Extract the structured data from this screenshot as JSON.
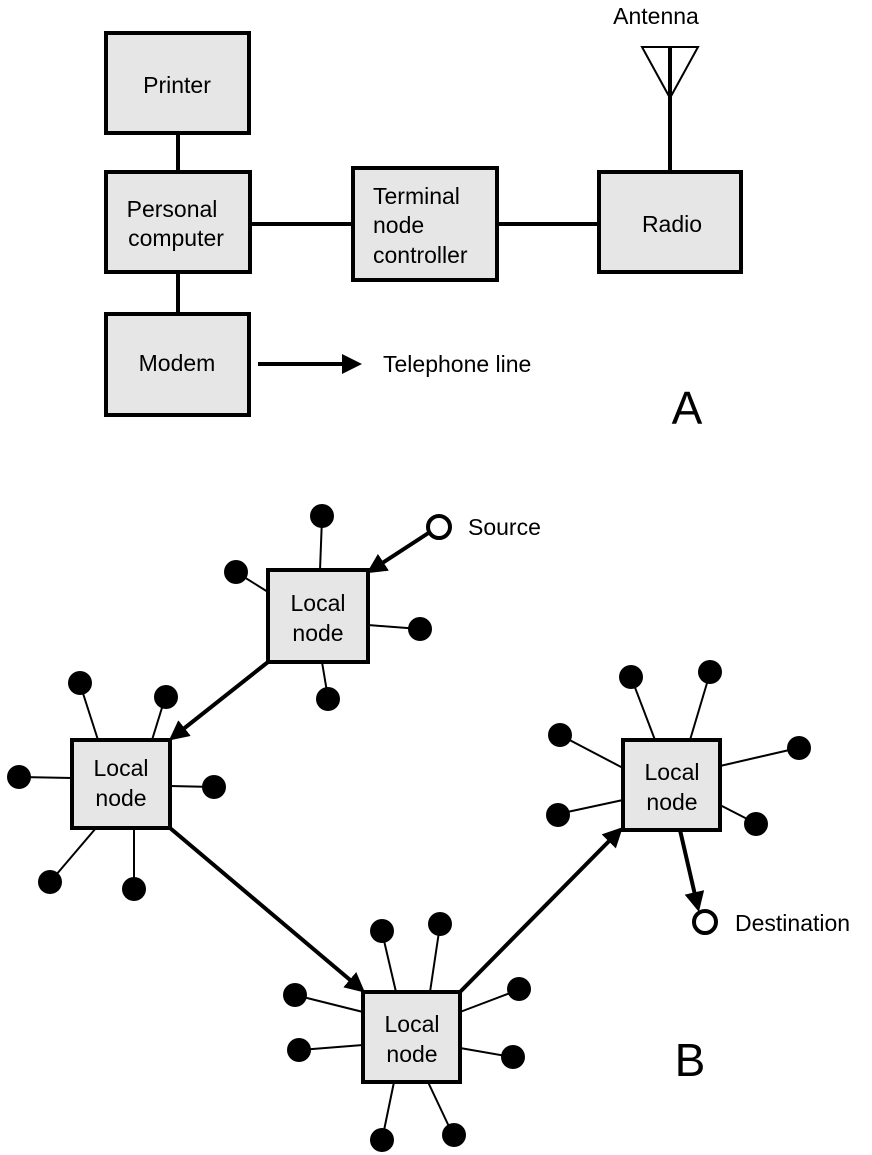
{
  "panel_a": {
    "label": "A",
    "printer": "Printer",
    "personal_computer": [
      "Personal",
      "computer"
    ],
    "modem": "Modem",
    "tnc": [
      "Terminal",
      "node",
      "controller"
    ],
    "radio": "Radio",
    "antenna": "Antenna",
    "telephone_line": "Telephone line"
  },
  "panel_b": {
    "label": "B",
    "node_label": [
      "Local",
      "node"
    ],
    "source": "Source",
    "destination": "Destination"
  }
}
